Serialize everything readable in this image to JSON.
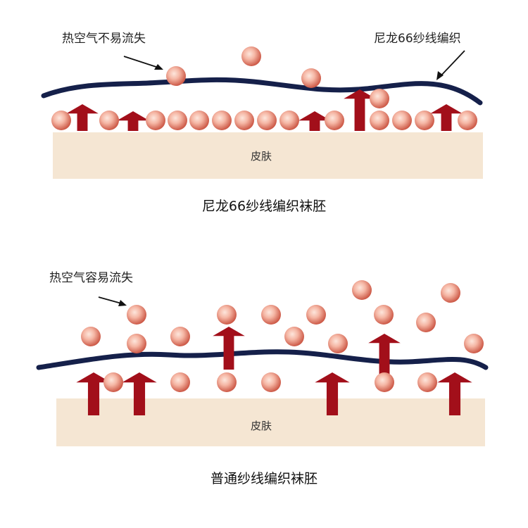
{
  "colors": {
    "skin": "#f5e6d3",
    "fiber": "#15204a",
    "arrow": "#a20f1a",
    "particle_edge": "#d05c4a",
    "particle_core": "#fbe0d4"
  },
  "panels": [
    {
      "annotation_left": "热空气不易流失",
      "annotation_right": "尼龙66纱线编织",
      "skin_label": "皮肤",
      "caption": "尼龙66纱线编织袜胚"
    },
    {
      "annotation_left": "热空气容易流失",
      "skin_label": "皮肤",
      "caption": "普通纱线编织袜胚"
    }
  ]
}
